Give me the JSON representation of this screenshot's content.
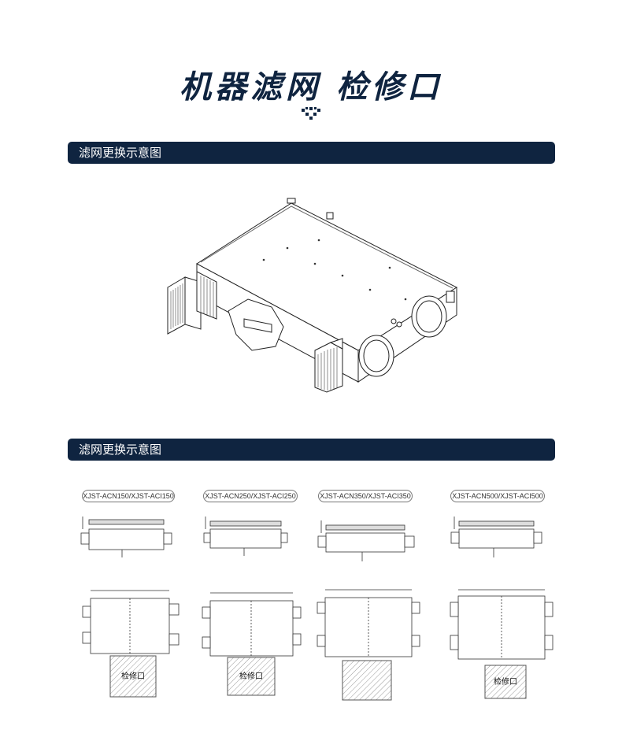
{
  "header": {
    "title": "机器滤网  检修口"
  },
  "sections": [
    {
      "label": "滤网更换示意图"
    },
    {
      "label": "滤网更换示意图"
    }
  ],
  "models": [
    {
      "name": "XJST-ACN150/XJST-ACI150"
    },
    {
      "name": "XJST-ACN250/XJST-ACI250"
    },
    {
      "name": "XJST-ACN350/XJST-ACI350"
    },
    {
      "name": "XJST-ACN500/XJST-ACI500"
    }
  ],
  "access_port_label": "检修口"
}
